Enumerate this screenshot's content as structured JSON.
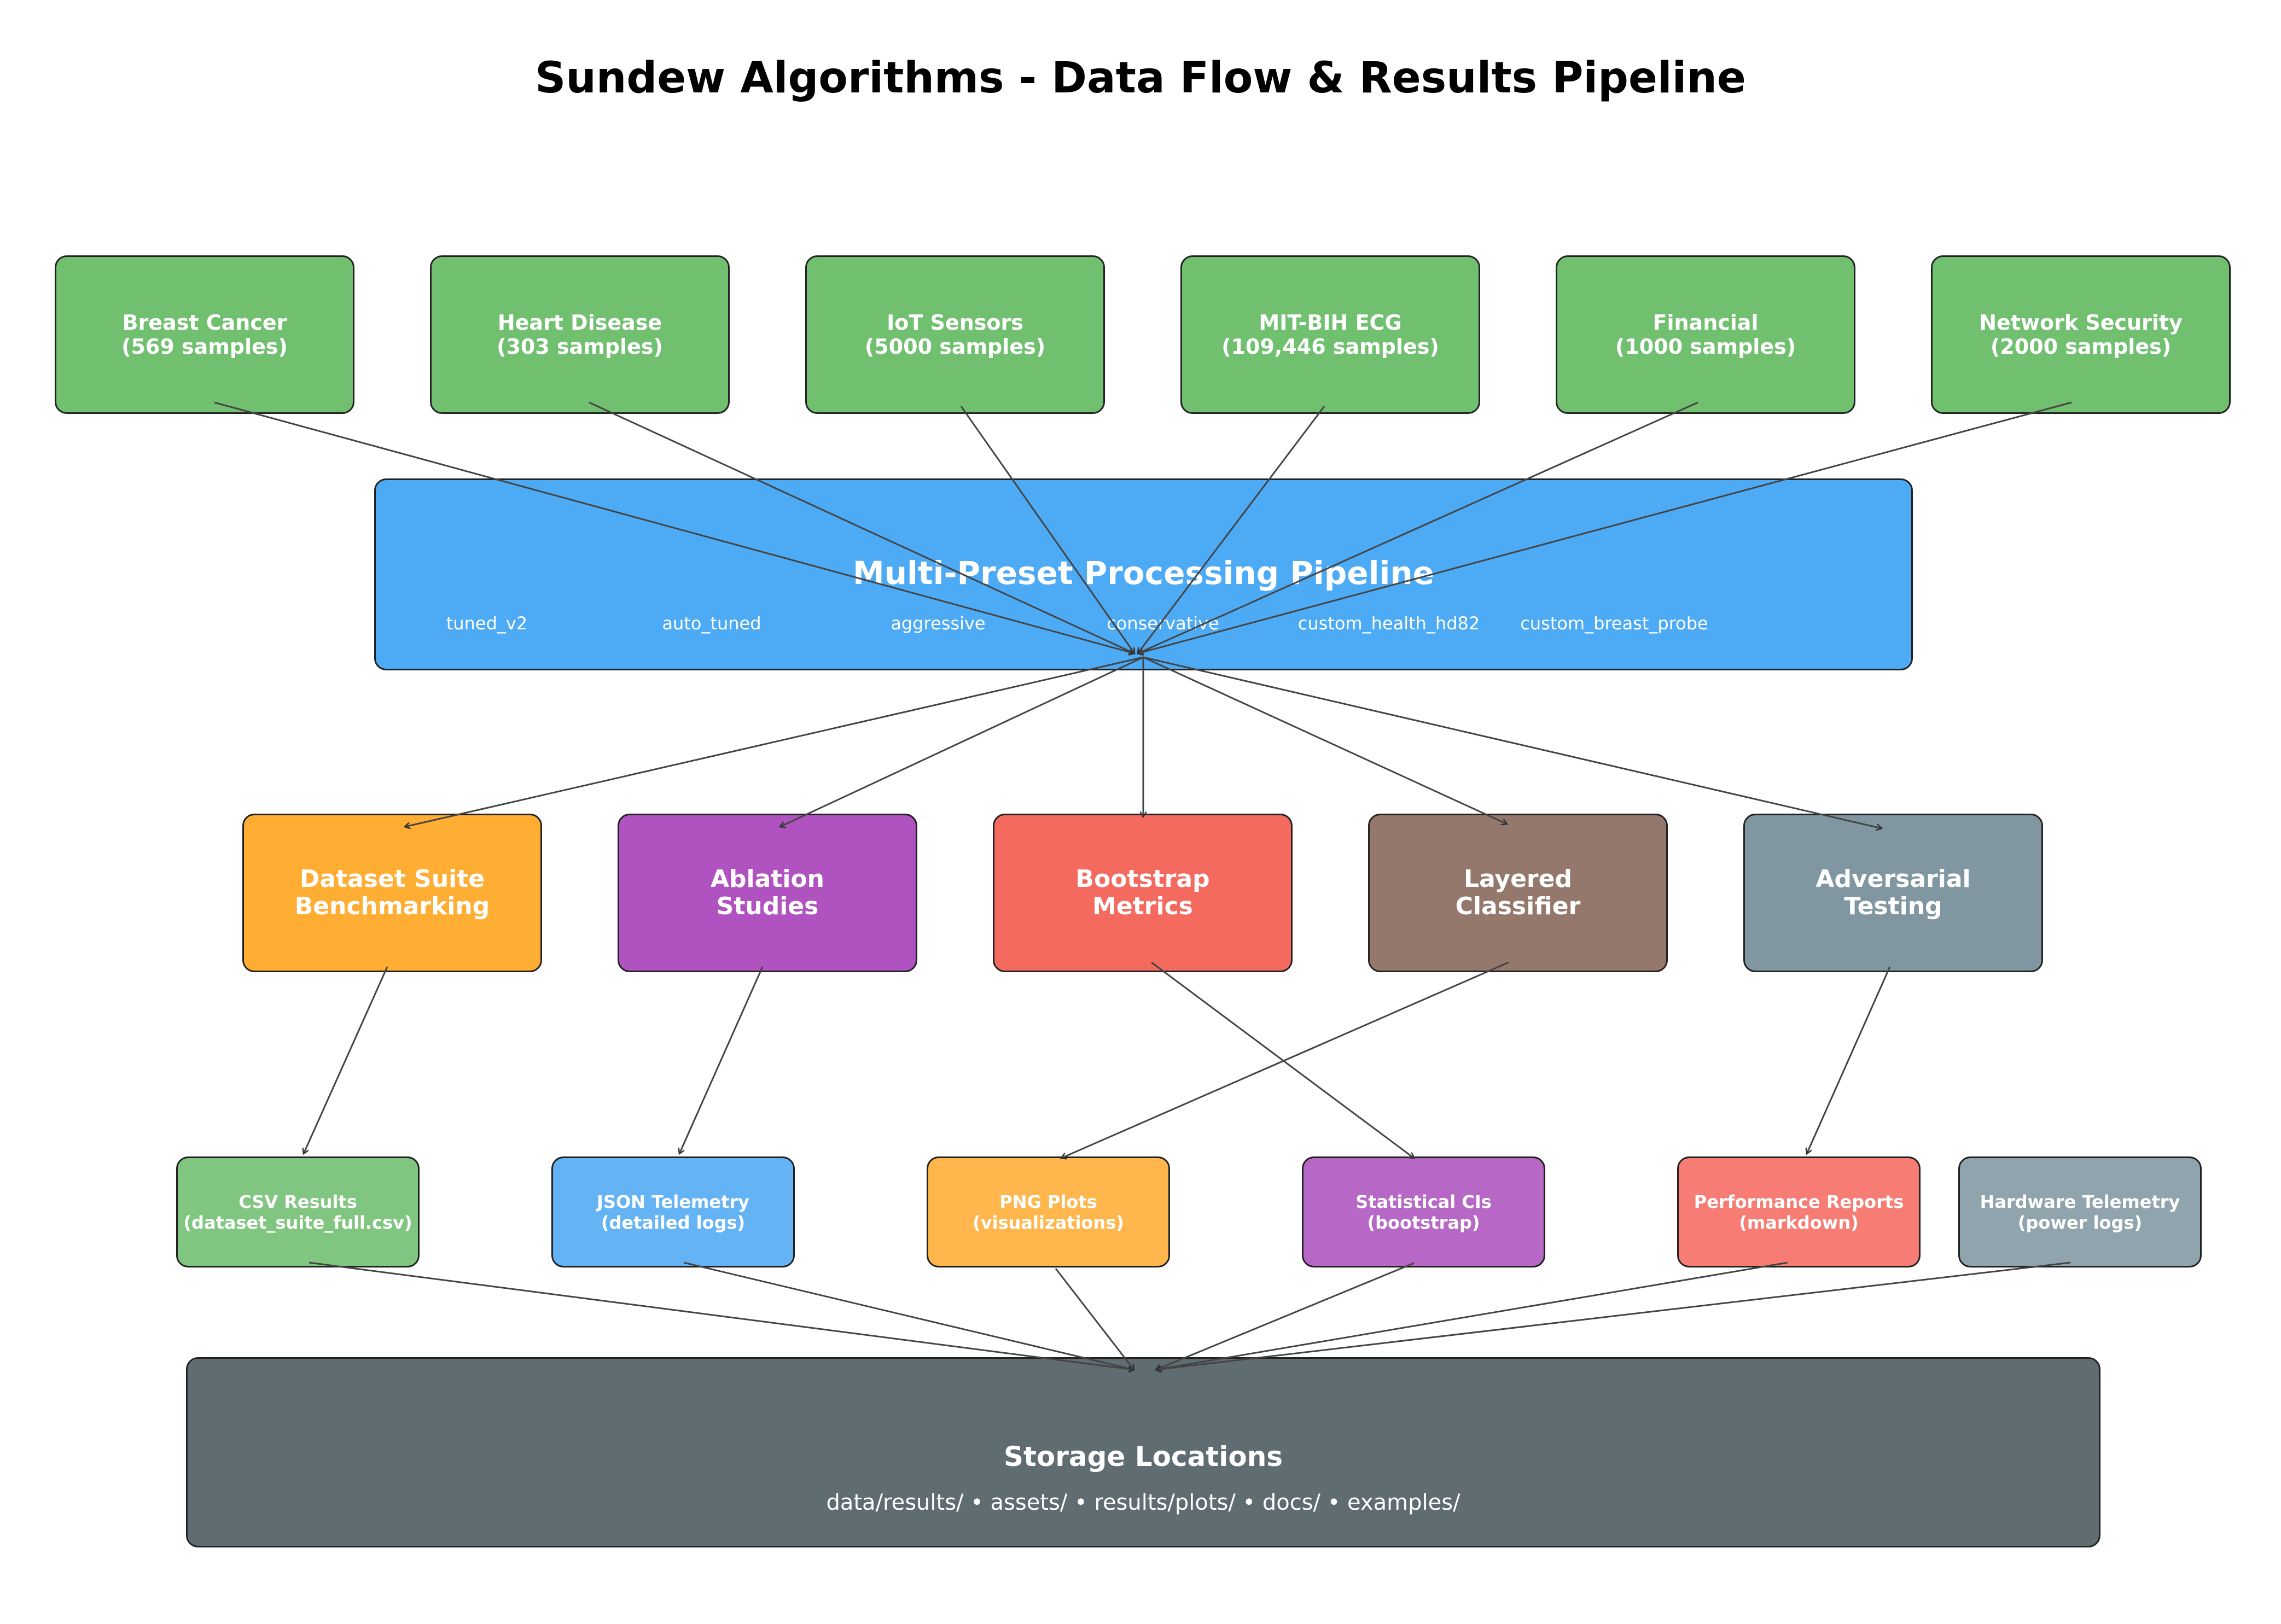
{
  "title": "Sundew Algorithms - Data Flow & Results Pipeline",
  "sources": [
    {
      "name": "Breast Cancer",
      "detail": "(569 samples)",
      "color": "#70c070"
    },
    {
      "name": "Heart Disease",
      "detail": "(303 samples)",
      "color": "#70c070"
    },
    {
      "name": "IoT Sensors",
      "detail": "(5000 samples)",
      "color": "#70c070"
    },
    {
      "name": "MIT-BIH ECG",
      "detail": "(109,446 samples)",
      "color": "#70c070"
    },
    {
      "name": "Financial",
      "detail": "(1000 samples)",
      "color": "#70c070"
    },
    {
      "name": "Network Security",
      "detail": "(2000 samples)",
      "color": "#70c070"
    }
  ],
  "pipeline": {
    "title": "Multi-Preset Processing Pipeline",
    "color": "#4daaf5",
    "presets": [
      "tuned_v2",
      "auto_tuned",
      "aggressive",
      "conservative",
      "custom_health_hd82",
      "custom_breast_probe"
    ]
  },
  "analyses": [
    {
      "line1": "Dataset Suite",
      "line2": "Benchmarking",
      "color": "#ffad33"
    },
    {
      "line1": "Ablation",
      "line2": "Studies",
      "color": "#b053c0"
    },
    {
      "line1": "Bootstrap",
      "line2": "Metrics",
      "color": "#f56a5f"
    },
    {
      "line1": "Layered",
      "line2": "Classifier",
      "color": "#94786c"
    },
    {
      "line1": "Adversarial",
      "line2": "Testing",
      "color": "#8097a1"
    }
  ],
  "outputs": [
    {
      "line1": "CSV Results",
      "line2": "(dataset_suite_full.csv)",
      "color": "#80c680"
    },
    {
      "line1": "JSON Telemetry",
      "line2": "(detailed logs)",
      "color": "#64b3f4"
    },
    {
      "line1": "PNG Plots",
      "line2": "(visualizations)",
      "color": "#ffb74d"
    },
    {
      "line1": "Statistical CIs",
      "line2": "(bootstrap)",
      "color": "#b767c5"
    },
    {
      "line1": "Performance Reports",
      "line2": "(markdown)",
      "color": "#f67c74"
    },
    {
      "line1": "Hardware Telemetry",
      "line2": "(power logs)",
      "color": "#90a4ad"
    }
  ],
  "storage": {
    "title": "Storage Locations",
    "paths": "data/results/ • assets/ • results/plots/ • docs/ • examples/",
    "color": "#5f6c72"
  }
}
